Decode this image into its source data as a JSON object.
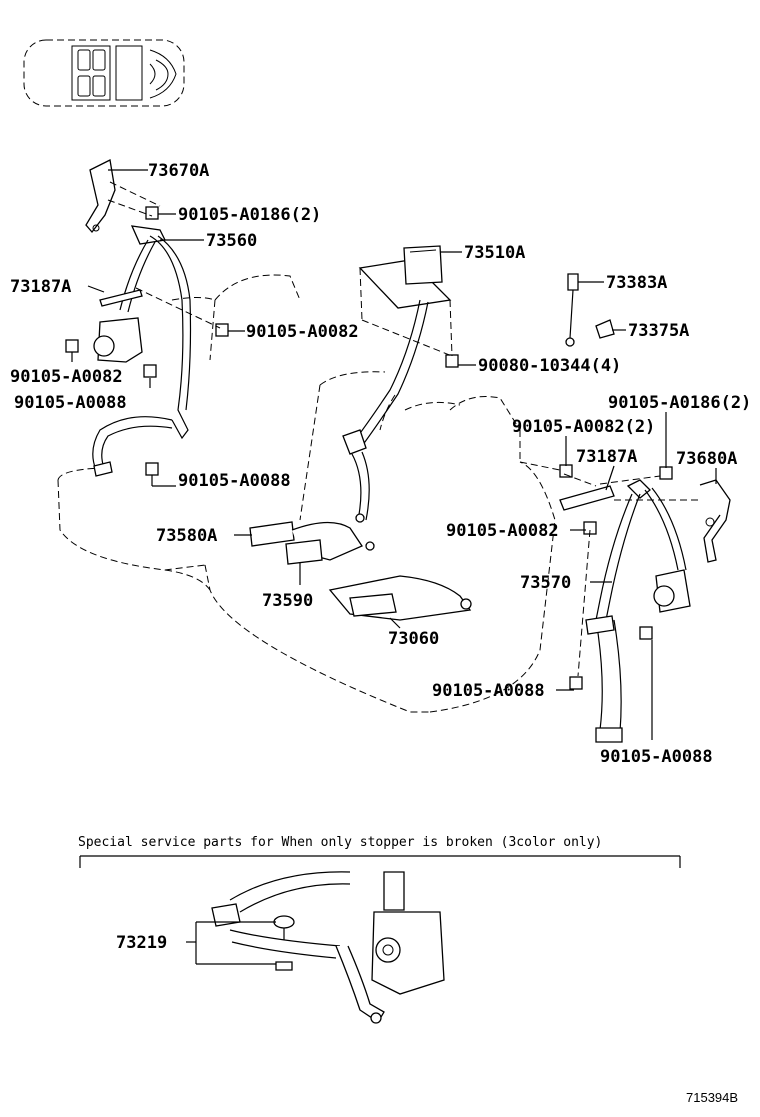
{
  "callouts": [
    {
      "id": "73670A",
      "text": "73670A"
    },
    {
      "id": "90105-A0186-2-left",
      "text": "90105-A0186(2)"
    },
    {
      "id": "73560",
      "text": "73560"
    },
    {
      "id": "73187A-left",
      "text": "73187A"
    },
    {
      "id": "90105-A0082-center",
      "text": "90105-A0082"
    },
    {
      "id": "90105-A0082-left",
      "text": "90105-A0082"
    },
    {
      "id": "90105-A0088-left",
      "text": "90105-A0088"
    },
    {
      "id": "90105-A0088-lower-left",
      "text": "90105-A0088"
    },
    {
      "id": "73580A",
      "text": "73580A"
    },
    {
      "id": "73590",
      "text": "73590"
    },
    {
      "id": "73060",
      "text": "73060"
    },
    {
      "id": "73510A",
      "text": "73510A"
    },
    {
      "id": "73383A",
      "text": "73383A"
    },
    {
      "id": "73375A",
      "text": "73375A"
    },
    {
      "id": "90080-10344-4",
      "text": "90080-10344(4)"
    },
    {
      "id": "90105-A0186-2-right",
      "text": "90105-A0186(2)"
    },
    {
      "id": "90105-A0082-2-right",
      "text": "90105-A0082(2)"
    },
    {
      "id": "73187A-right",
      "text": "73187A"
    },
    {
      "id": "73680A",
      "text": "73680A"
    },
    {
      "id": "90105-A0082-right",
      "text": "90105-A0082"
    },
    {
      "id": "73570",
      "text": "73570"
    },
    {
      "id": "90105-A0088-center",
      "text": "90105-A0088"
    },
    {
      "id": "90105-A0088-right",
      "text": "90105-A0088"
    },
    {
      "id": "73219",
      "text": "73219"
    }
  ],
  "special_caption": "Special  service  parts  for  When  only  stopper  is  broken  (3color only)",
  "figure_ref": "715394B"
}
